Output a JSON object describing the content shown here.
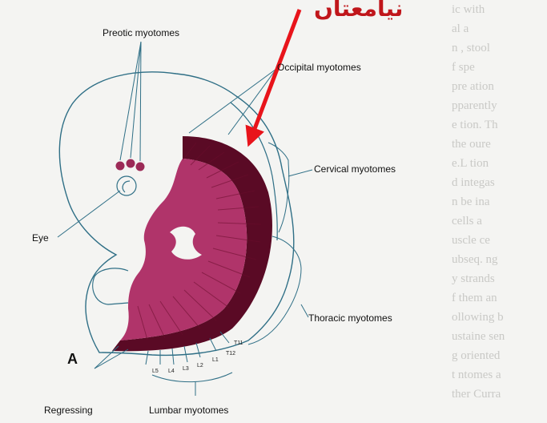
{
  "overlay_text": "نیامعتاں",
  "labels": {
    "preotic": "Preotic myotomes",
    "occipital": "Occipital myotomes",
    "cervical": "Cervical myotomes",
    "eye": "Eye",
    "thoracic": "Thoracic myotomes",
    "panel": "A",
    "regressing": "Regressing",
    "lumbar": "Lumbar myotomes"
  },
  "segment_labels": [
    "T11",
    "T12",
    "L1",
    "L2",
    "L3",
    "L4",
    "L5"
  ],
  "colors": {
    "myotome_fill": "#b0346a",
    "myotome_dark": "#5a0a25",
    "outline": "#2f6f86",
    "arrow": "#e8141b",
    "overlay_text": "#c0161b"
  }
}
